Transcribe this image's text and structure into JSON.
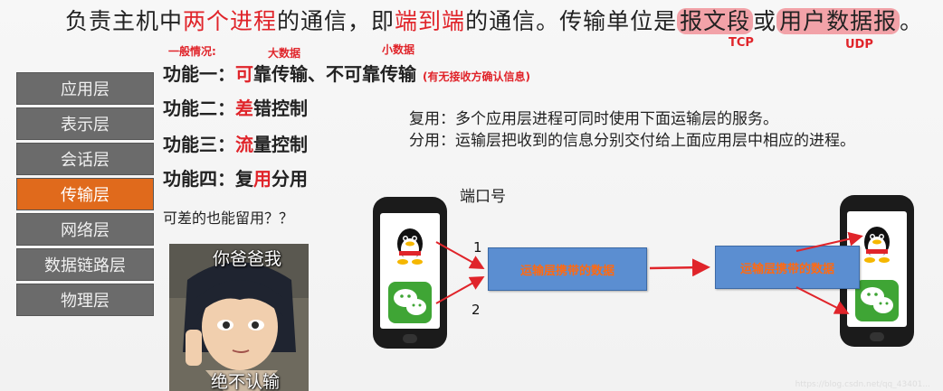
{
  "title": {
    "part1": "负责主机中",
    "part2": "两个进程",
    "part3": "的通信，即",
    "part4": "端到端",
    "part5": "的通信。传输单位是",
    "part6": "报文段",
    "part7": "或",
    "part8": "用户数据报",
    "part9": "。"
  },
  "labels": {
    "general": "一般情况:",
    "big_data": "大数据",
    "small_data": "小数据",
    "tcp": "TCP",
    "udp": "UDP"
  },
  "functions": [
    {
      "prefix": "功能一：",
      "red": "可",
      "rest": "靠传输、不可靠传输",
      "note": "(有无接收方确认信息)"
    },
    {
      "prefix": "功能二：",
      "red": "差",
      "rest": "错控制"
    },
    {
      "prefix": "功能三：",
      "red": "流",
      "rest": "量控制"
    },
    {
      "prefix": "功能四：",
      "pre_red": "复",
      "red": "用",
      "rest": "分用"
    }
  ],
  "question": "可差的也能留用？？",
  "multiplex_line": "复用：多个应用层进程可同时使用下面运输层的服务。",
  "demultiplex_line": "分用：运输层把收到的信息分别交付给上面应用层中相应的进程。",
  "port_label": "端口号",
  "arrow_num_1": "1",
  "arrow_num_2": "2",
  "data_box_left": "运输层携带的数据",
  "data_box_right": "运输层携带的数据",
  "layers": [
    "应用层",
    "表示层",
    "会话层",
    "传输层",
    "网络层",
    "数据链路层",
    "物理层"
  ],
  "active_layer": "传输层",
  "meme": {
    "top": "你爸爸我",
    "bottom": "绝不认输"
  },
  "watermark": "https://blog.csdn.net/qq_43401...",
  "colors": {
    "accent_red": "#e0242a",
    "layer_gray": "#6b6b6b",
    "layer_active": "#e06a1c",
    "box_blue": "#5b8ed1",
    "highlight": "#f2a2a8"
  }
}
